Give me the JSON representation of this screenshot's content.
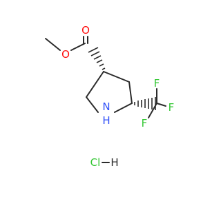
{
  "molecule": {
    "atoms": {
      "o_carbonyl": "O",
      "o_ester": "O",
      "n_ring": "N",
      "h_ring": "H",
      "f_top": "F",
      "f_right": "F",
      "f_bottom": "F"
    },
    "salt": {
      "cl": "Cl",
      "h": "H"
    }
  },
  "colors": {
    "bond": "#2b2b2b",
    "oxygen": "#ff0d0d",
    "nitrogen": "#3050f8",
    "fluorine": "#33c733",
    "chlorine": "#33c733"
  }
}
